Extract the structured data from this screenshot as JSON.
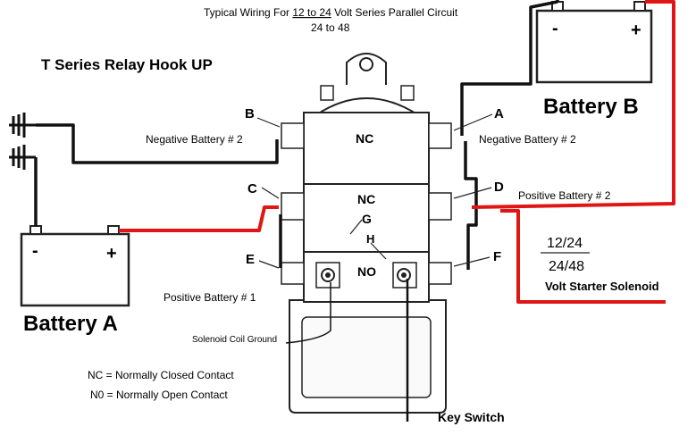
{
  "header": {
    "typical_prefix": "Typical Wiring For",
    "voltage_range": "12 to 24",
    "typical_suffix": "Volt Series Parallel Circuit",
    "voltage_alt": "24 to 48"
  },
  "title": "T Series Relay Hook UP",
  "batteries": {
    "a": {
      "label": "Battery A",
      "neg": "-",
      "pos": "+"
    },
    "b": {
      "label": "Battery B",
      "neg": "-",
      "pos": "+"
    }
  },
  "terminals": {
    "A": "A",
    "B": "B",
    "C": "C",
    "D": "D",
    "E": "E",
    "F": "F",
    "G": "G",
    "H": "H"
  },
  "contacts": {
    "top": "NC",
    "middle": "NC",
    "bottom": "NO"
  },
  "labels": {
    "neg_batt_2_left": "Negative Battery # 2",
    "neg_batt_2_right": "Negative Battery # 2",
    "pos_batt_2": "Positive Battery # 2",
    "pos_batt_1": "Positive Battery # 1",
    "coil_ground": "Solenoid Coil Ground",
    "key_switch": "Key Switch",
    "starter_v1": "12/24",
    "starter_v2": "24/48",
    "starter_label": "Volt Starter Solenoid"
  },
  "legend": {
    "nc": "NC = Normally Closed Contact",
    "no": "N0 = Normally Open Contact"
  },
  "colors": {
    "wire_black": "#111111",
    "wire_red": "#e01515",
    "outline": "#222222",
    "shade": "#f2f2f2"
  }
}
